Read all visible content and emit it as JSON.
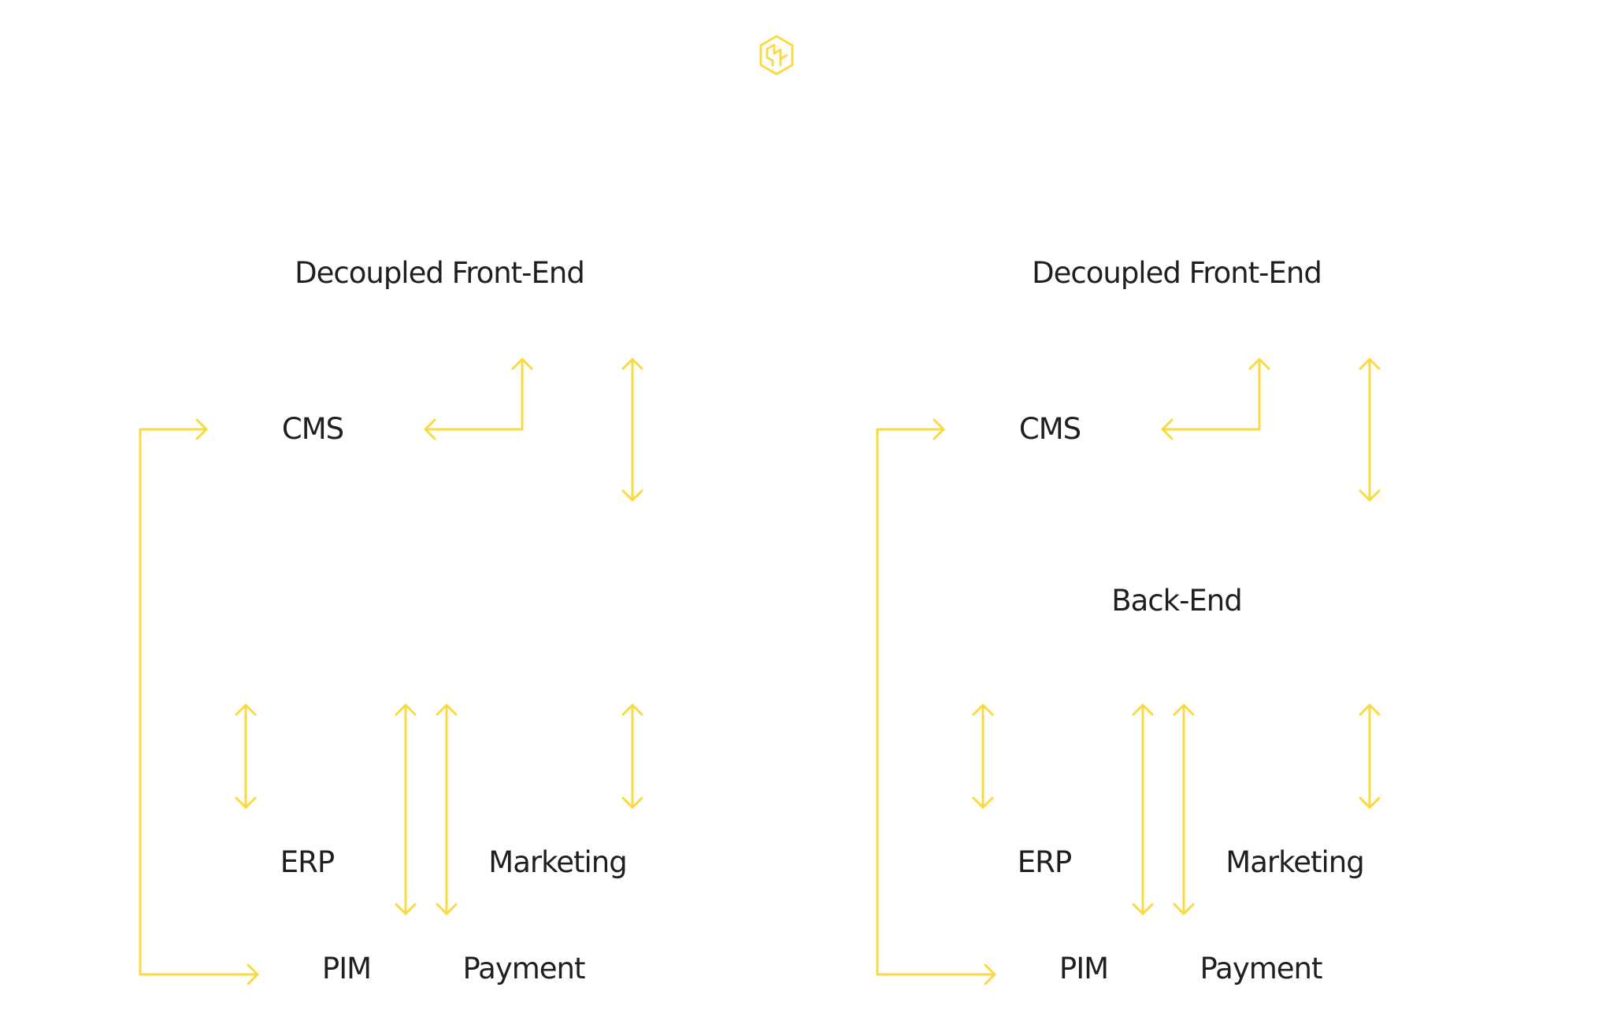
{
  "colors": {
    "arrow": "#fad941",
    "text": "#1f1f1f",
    "background": "#ffffff"
  },
  "logo": {
    "icon": "brand-hexagon-logo-icon"
  },
  "left_diagram": {
    "frontend": "Decoupled Front-End",
    "cms": "CMS",
    "erp": "ERP",
    "marketing": "Marketing",
    "pim": "PIM",
    "payment": "Payment"
  },
  "right_diagram": {
    "frontend": "Decoupled Front-End",
    "cms": "CMS",
    "backend": "Back-End",
    "erp": "ERP",
    "marketing": "Marketing",
    "pim": "PIM",
    "payment": "Payment"
  }
}
